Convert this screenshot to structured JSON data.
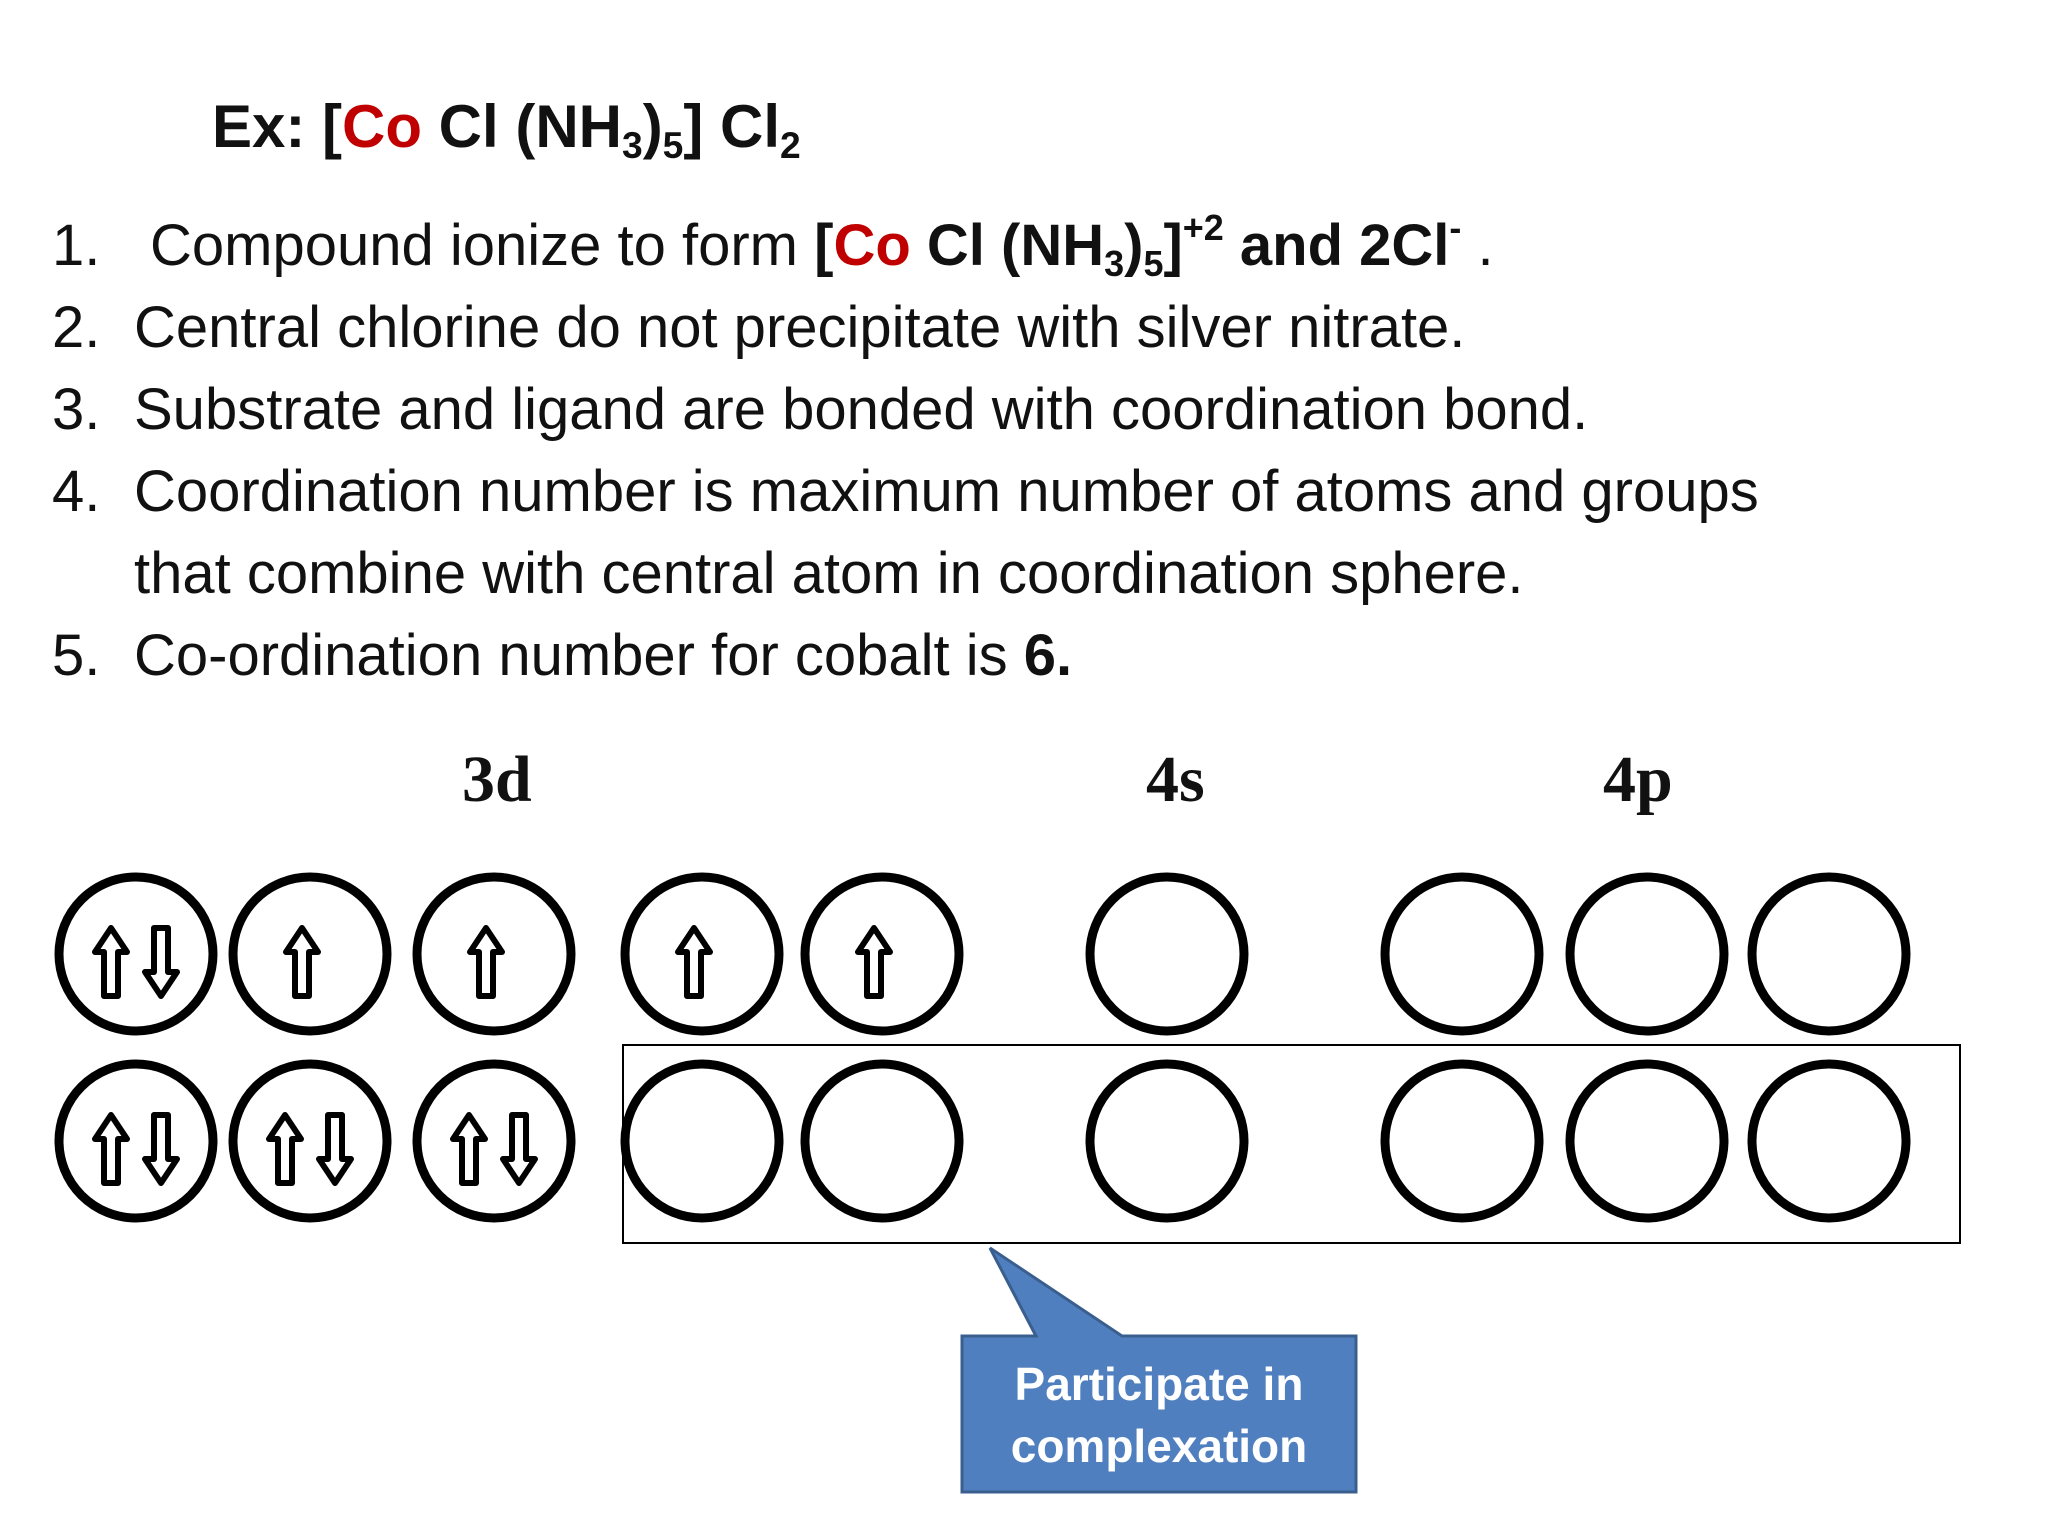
{
  "title": {
    "prefix": "Ex: [",
    "metal": "Co",
    "ligand_part": " Cl (NH",
    "ammine_sub": "3",
    "close_paren": ")",
    "ammine_count": "5",
    "close_bracket": "] Cl",
    "chloride_sub": "2"
  },
  "points": [
    {
      "num": "1.",
      "text_before": "Compound ionize to form ",
      "ion_open": "[",
      "ion_metal": "Co",
      "ion_ligand": " Cl (NH",
      "ion_sub3": "3",
      "ion_paren": ")",
      "ion_sub5": "5",
      "ion_close": "]",
      "ion_charge": "+2",
      "and_text": " and 2Cl",
      "cl_charge": "-",
      "end": " ."
    },
    {
      "num": "2.",
      "text": "Central chlorine do not precipitate with silver nitrate."
    },
    {
      "num": "3.",
      "text": "Substrate and ligand are bonded with coordination bond."
    },
    {
      "num": "4.",
      "text": "Coordination number is maximum number of atoms and groups",
      "continuation": "that combine with central atom in coordination sphere."
    },
    {
      "num": "5.",
      "text": "Co-ordination number for cobalt is ",
      "bold_value": "6."
    }
  ],
  "orbital_labels": {
    "d": "3d",
    "s": "4s",
    "p": "4p"
  },
  "diagram": {
    "row1": [
      {
        "orbital": "3d",
        "electrons": "up-down"
      },
      {
        "orbital": "3d",
        "electrons": "up"
      },
      {
        "orbital": "3d",
        "electrons": "up"
      },
      {
        "orbital": "3d",
        "electrons": "up"
      },
      {
        "orbital": "3d",
        "electrons": "up"
      },
      {
        "orbital": "4s",
        "electrons": "empty"
      },
      {
        "orbital": "4p",
        "electrons": "empty"
      },
      {
        "orbital": "4p",
        "electrons": "empty"
      },
      {
        "orbital": "4p",
        "electrons": "empty"
      }
    ],
    "row2": [
      {
        "orbital": "3d",
        "electrons": "up-down"
      },
      {
        "orbital": "3d",
        "electrons": "up-down"
      },
      {
        "orbital": "3d",
        "electrons": "up-down"
      },
      {
        "orbital": "3d",
        "electrons": "empty"
      },
      {
        "orbital": "3d",
        "electrons": "empty"
      },
      {
        "orbital": "4s",
        "electrons": "empty"
      },
      {
        "orbital": "4p",
        "electrons": "empty"
      },
      {
        "orbital": "4p",
        "electrons": "empty"
      },
      {
        "orbital": "4p",
        "electrons": "empty"
      }
    ]
  },
  "callout": {
    "line1": "Participate in",
    "line2": "complexation",
    "fill_color": "#4f7fbf",
    "border_color": "#3a5f8f"
  }
}
